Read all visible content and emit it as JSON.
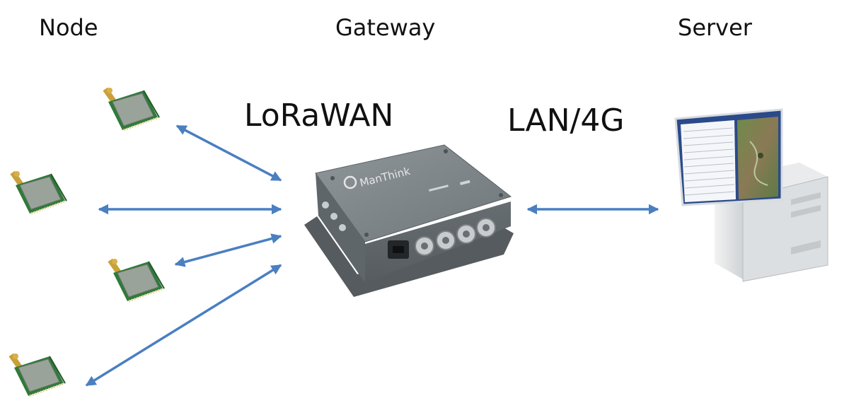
{
  "headers": {
    "node": "Node",
    "gateway": "Gateway",
    "server": "Server"
  },
  "links": {
    "node_gateway": "LoRaWAN",
    "gateway_server": "LAN/4G"
  },
  "gateway": {
    "brand": "ManThink"
  },
  "colors": {
    "arrow": "#4a7fc1",
    "gateway_body": "#7d8487",
    "module_pcb": "#2f7a3a",
    "module_shield": "#9aa39a"
  }
}
